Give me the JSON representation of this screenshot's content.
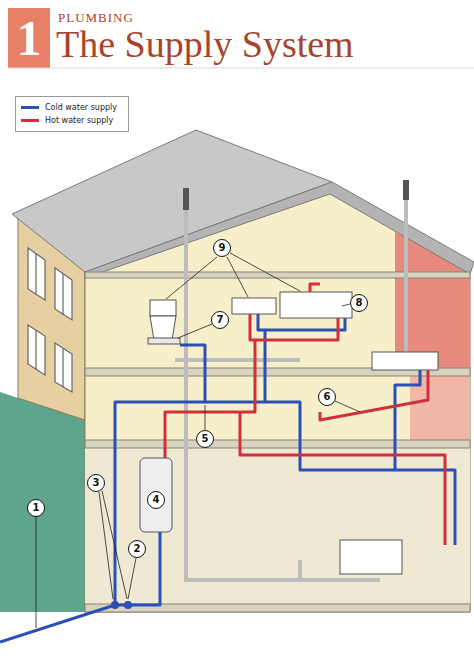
{
  "diagram": {
    "title": "The Supply System",
    "labels": [
      "1",
      "PLUMBING",
      "1",
      "2",
      "3",
      "4",
      "5",
      "6",
      "7",
      "8",
      "9"
    ],
    "legend": [
      {
        "text": "Cold water supply",
        "color": "#2a4fb5"
      },
      {
        "text": "Hot water supply",
        "color": "#d0303a"
      }
    ]
  }
}
